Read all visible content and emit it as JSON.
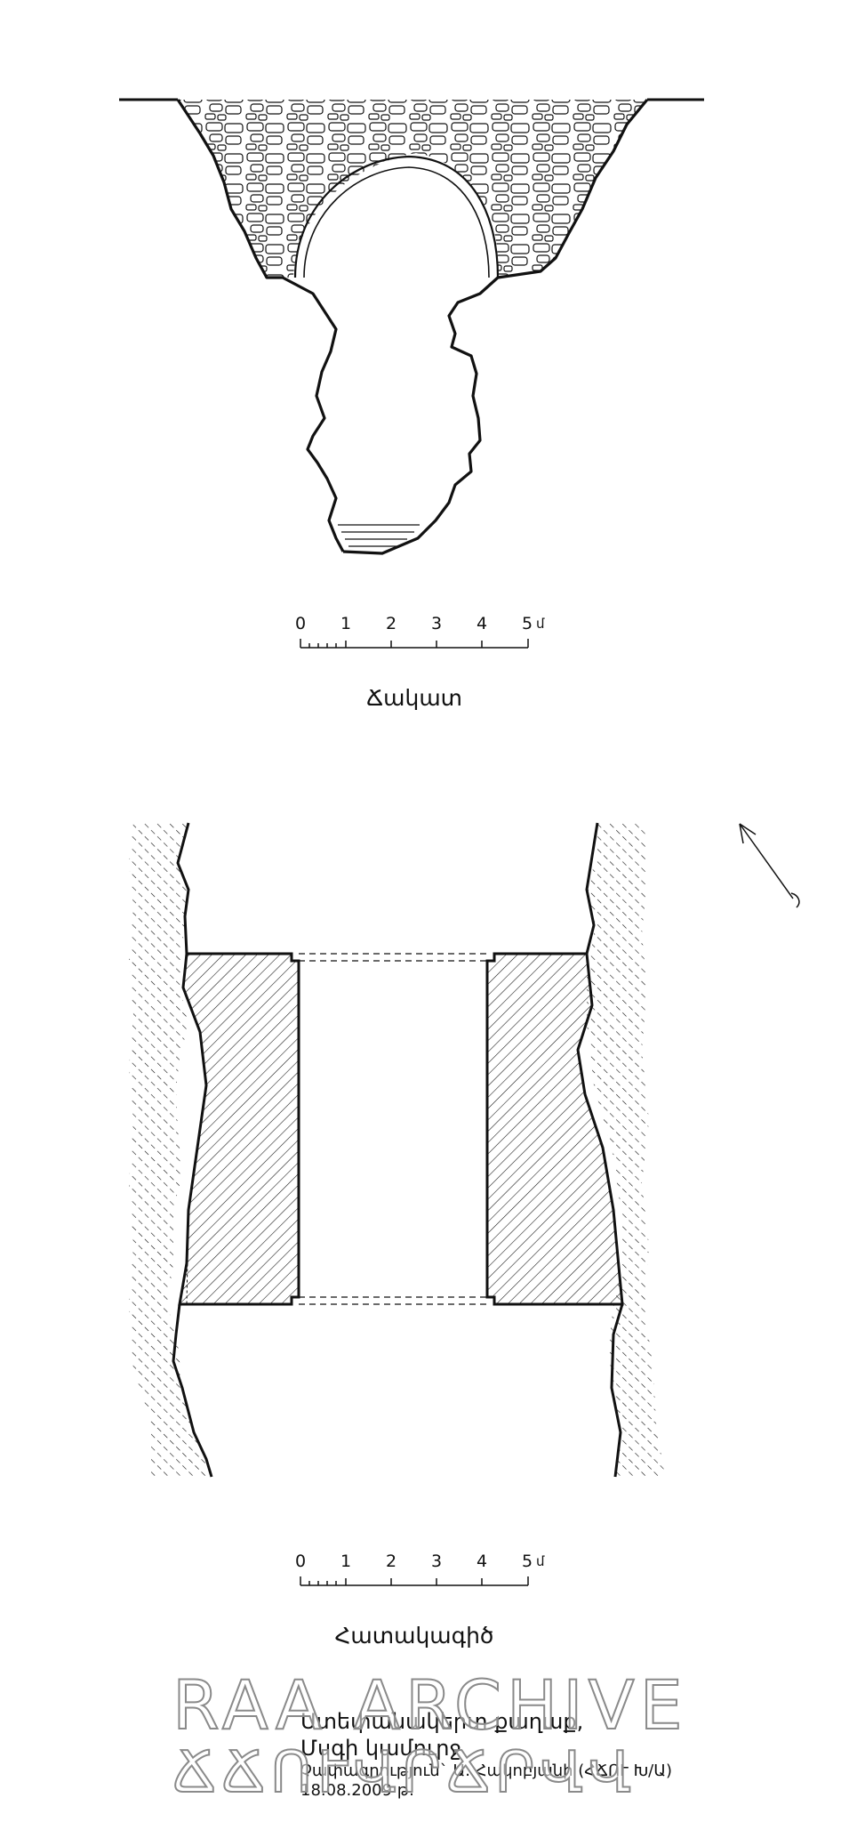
{
  "section_caption": "Ճակատ",
  "plan_caption": "Հատակագիծ",
  "scale_bar": {
    "ticks": [
      "0",
      "1",
      "2",
      "3",
      "4",
      "5"
    ],
    "unit": "մ"
  },
  "title_block": {
    "line1": "Ստեփանակերտ քաղաք,",
    "line2": "Մսգի կամուրջ",
    "line3": "Չափագրություն` Ա. Հակոբյանի (ՀՃՈՒ Խ/Ա)",
    "line4": "18.08.2009 թ."
  },
  "watermark": {
    "line1": "RAA ARCHIVE",
    "line2": "ՃՃՈՒՎՐՃՐՎՎ"
  },
  "colors": {
    "ink": "#111111",
    "paper": "#ffffff",
    "watermark_stroke": "#8a8a8a"
  }
}
